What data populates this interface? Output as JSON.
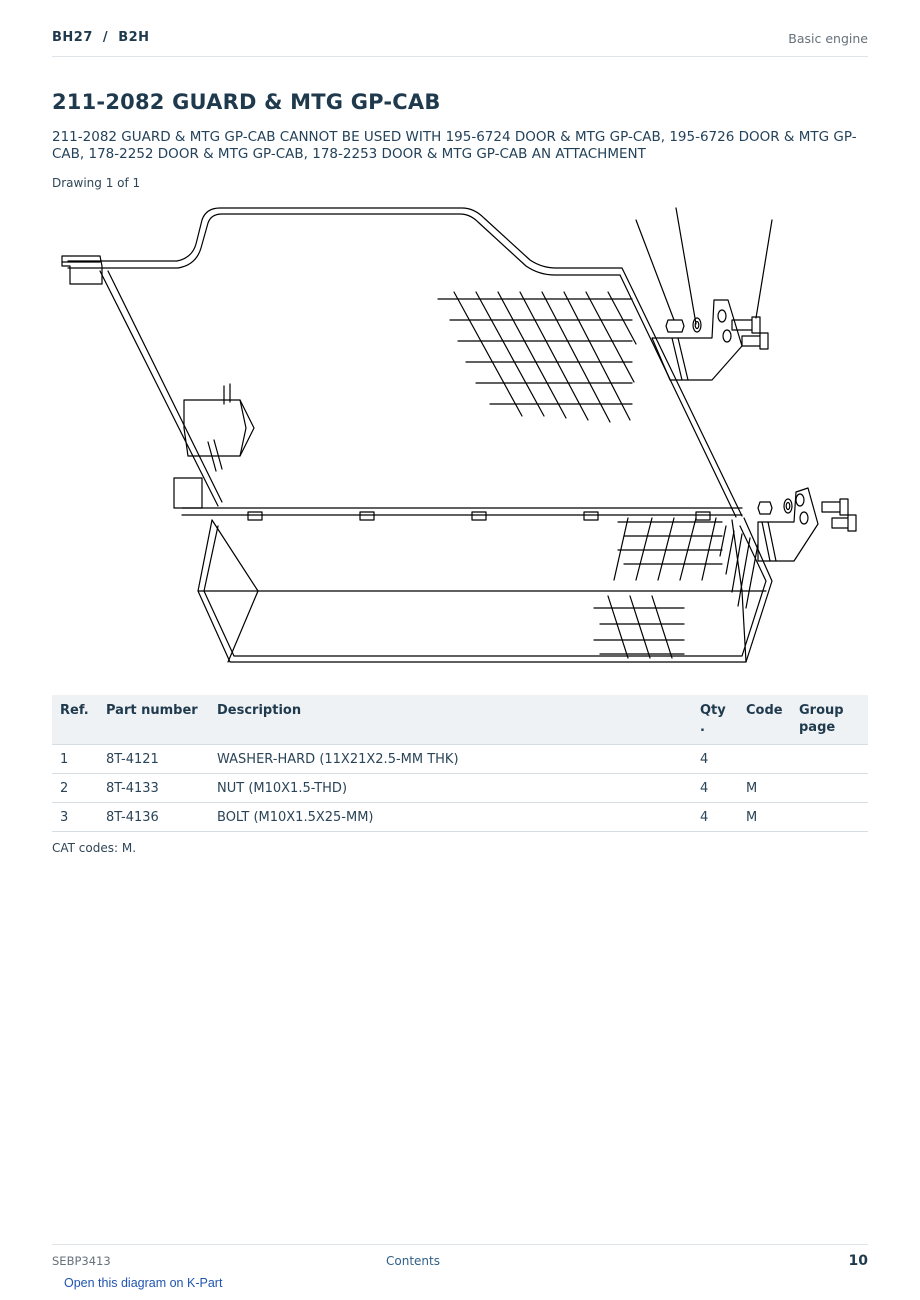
{
  "header": {
    "model": "BH27  /  B2H",
    "section": "Basic engine"
  },
  "title": "211-2082 GUARD & MTG GP-CAB",
  "note": "211-2082 GUARD & MTG GP-CAB CANNOT BE USED WITH 195-6724 DOOR & MTG GP-CAB, 195-6726 DOOR & MTG GP-CAB, 178-2252 DOOR & MTG GP-CAB, 178-2253 DOOR & MTG GP-CAB AN ATTACHMENT",
  "drawing_label": "Drawing 1 of 1",
  "table": {
    "headers": {
      "ref": "Ref.",
      "part_number": "Part number",
      "description": "Description",
      "qty": "Qty\n.",
      "code": "Code",
      "group_page": "Group page"
    },
    "rows": [
      {
        "ref": "1",
        "part_number": "8T-4121",
        "description": "WASHER-HARD (11X21X2.5-MM THK)",
        "qty": "4",
        "code": "",
        "group_page": ""
      },
      {
        "ref": "2",
        "part_number": "8T-4133",
        "description": "NUT (M10X1.5-THD)",
        "qty": "4",
        "code": "M",
        "group_page": ""
      },
      {
        "ref": "3",
        "part_number": "8T-4136",
        "description": "BOLT (M10X1.5X25-MM)",
        "qty": "4",
        "code": "M",
        "group_page": ""
      }
    ]
  },
  "cat_codes": "CAT codes: M.",
  "footer": {
    "doc_id": "SEBP3413",
    "contents_link": "Contents",
    "page_number": "10"
  },
  "kpart_link": "Open this diagram on K-Part"
}
